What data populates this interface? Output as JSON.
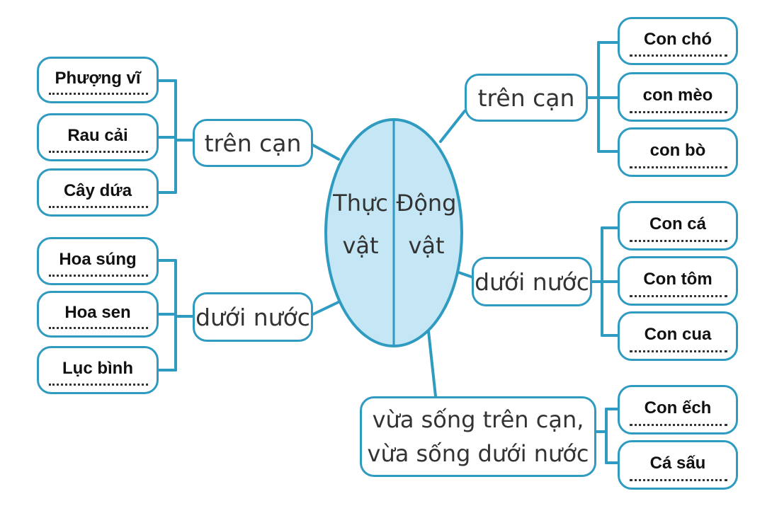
{
  "center": {
    "left_line1": "Thực",
    "left_line2": "vật",
    "right_line1": "Động",
    "right_line2": "vật"
  },
  "plants": {
    "land": {
      "label": "trên cạn",
      "items": [
        "Phượng vĩ",
        "Rau cải",
        "Cây dứa"
      ]
    },
    "water": {
      "label": "dưới nước",
      "items": [
        "Hoa súng",
        "Hoa sen",
        "Lục bình"
      ]
    }
  },
  "animals": {
    "land": {
      "label": "trên cạn",
      "items": [
        "Con chó",
        "con mèo",
        "con bò"
      ]
    },
    "water": {
      "label": "dưới nước",
      "items": [
        "Con cá",
        "Con tôm",
        "Con cua"
      ]
    },
    "both": {
      "label_line1": "vừa sống trên cạn,",
      "label_line2": "vừa sống dưới nước",
      "items": [
        "Con ếch",
        "Cá sấu"
      ]
    }
  },
  "colors": {
    "stroke": "#2f9bc1",
    "ellipse_fill": "#c5e6f4",
    "text": "#333333",
    "answer_text": "#111111"
  }
}
